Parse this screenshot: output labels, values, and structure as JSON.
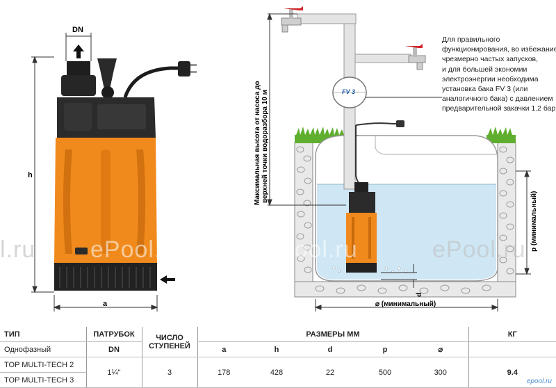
{
  "diagram": {
    "dn_label": "DN",
    "h_label": "h",
    "a_label": "a",
    "fv3_label": "FV 3",
    "max_height_label_line1": "Максимальная высота от насоса до",
    "max_height_label_line2": "верхней точки водоразбора 10 м",
    "p_label": "p (минимальный)",
    "d_label": "d",
    "diam_label": "⌀ (минимальный)",
    "note_lines": [
      "Для правильного",
      "функционирования, во избежание",
      "чрезмерно частых запусков,",
      "и для большей экономии",
      "электроэнергии необходима",
      "установка бака FV 3 (или",
      "аналогичного бака) с давлением",
      "предварительной закачки 1.2 бар."
    ]
  },
  "watermarks": [
    "l.ru",
    "ePool.ru",
    "ePool.ru",
    "ePool.ru"
  ],
  "table": {
    "headers": {
      "type": "ТИП",
      "outlet": "ПАТРУБОК",
      "stages_l1": "ЧИСЛО",
      "stages_l2": "СТУПЕНЕЙ",
      "dims": "РАЗМЕРЫ мм",
      "kg": "кг"
    },
    "sub": {
      "phase": "Однофазный",
      "dn": "DN",
      "a": "a",
      "h": "h",
      "d": "d",
      "p": "p",
      "diam": "⌀"
    },
    "rows": [
      {
        "model": "TOP MULTI-TECH 2"
      },
      {
        "model": "TOP MULTI-TECH 3"
      }
    ],
    "values": {
      "dn": "1¼\"",
      "stages": "3",
      "a": "178",
      "h": "428",
      "d": "22",
      "p": "500",
      "diam": "300",
      "kg": "9.4"
    }
  },
  "brand": "epool.ru",
  "colors": {
    "pump_orange": "#f08a1c",
    "pump_dark": "#2b2b2b",
    "water": "#cfe6f4",
    "grass": "#5fae2e",
    "valve_red": "#d0262b"
  }
}
